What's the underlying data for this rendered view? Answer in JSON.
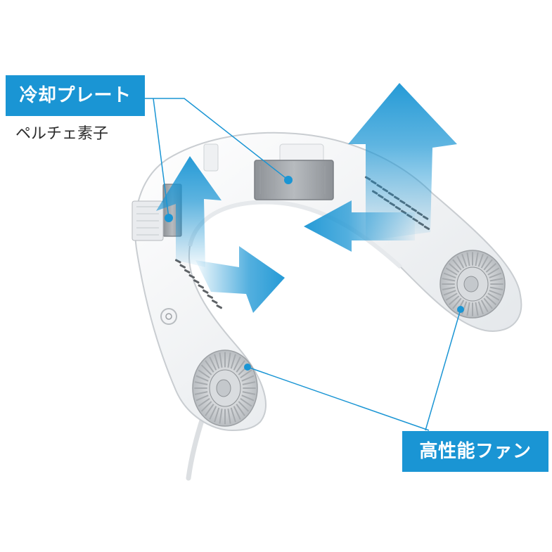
{
  "labels": {
    "cooling_plate": "冷却プレート",
    "peltier": "ペルチェ素子",
    "fan": "高性能ファン"
  },
  "colors": {
    "accent": "#1a95d4",
    "body": "#ffffff",
    "plate": "#9a9ea3"
  }
}
